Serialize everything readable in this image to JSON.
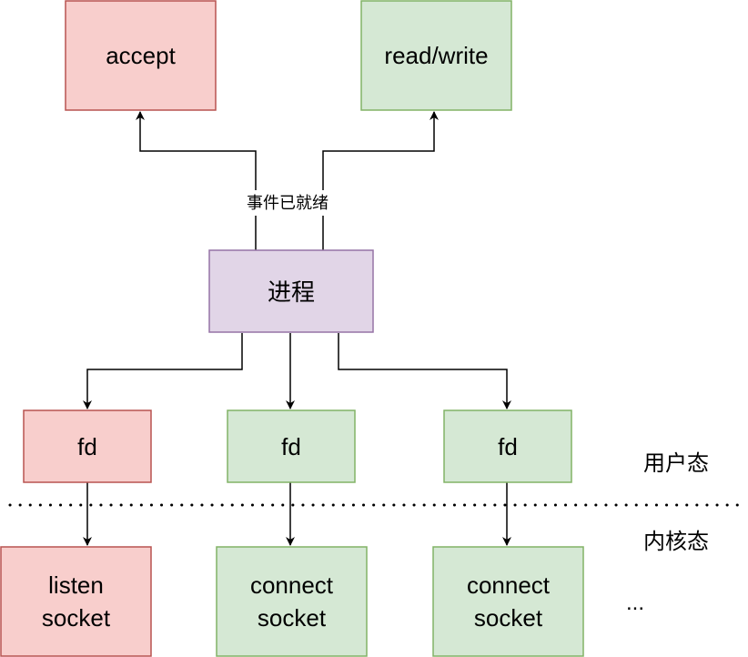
{
  "nodes": {
    "accept": {
      "label": "accept",
      "fill": "#f8cecc",
      "stroke": "#b85450"
    },
    "read_write": {
      "label": "read/write",
      "fill": "#d5e8d4",
      "stroke": "#82b366"
    },
    "process": {
      "label": "进程",
      "fill": "#e1d5e7",
      "stroke": "#9673a6"
    },
    "fd_1": {
      "label": "fd",
      "fill": "#f8cecc",
      "stroke": "#b85450"
    },
    "fd_2": {
      "label": "fd",
      "fill": "#d5e8d4",
      "stroke": "#82b366"
    },
    "fd_3": {
      "label": "fd",
      "fill": "#d5e8d4",
      "stroke": "#82b366"
    },
    "listen_socket": {
      "line1": "listen",
      "line2": "socket",
      "fill": "#f8cecc",
      "stroke": "#b85450"
    },
    "connect_socket_1": {
      "line1": "connect",
      "line2": "socket",
      "fill": "#d5e8d4",
      "stroke": "#82b366"
    },
    "connect_socket_2": {
      "line1": "connect",
      "line2": "socket",
      "fill": "#d5e8d4",
      "stroke": "#82b366"
    }
  },
  "edge_label": "事件已就绪",
  "regions": {
    "user_space": "用户态",
    "kernel_space": "内核态"
  },
  "ellipsis": "..."
}
